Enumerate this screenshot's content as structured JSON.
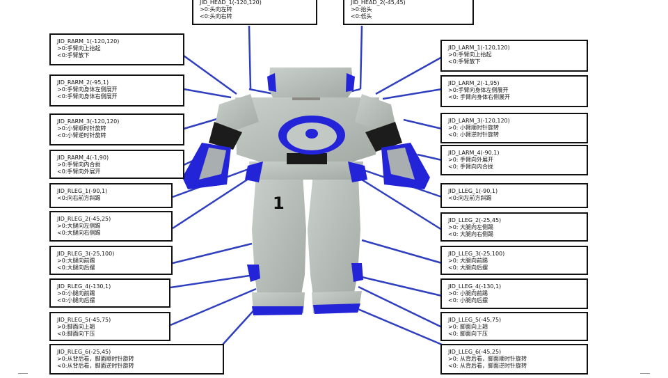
{
  "joints": {
    "head_1": {
      "title": "JID_HEAD_1(-120,120)",
      "lines": [
        ">0:头向左转",
        "<0:头向右转"
      ]
    },
    "head_2": {
      "title": "JID_HEAD_2(-45,45)",
      "lines": [
        ">0:抬头",
        "<0:低头"
      ]
    },
    "rarm_1": {
      "title": "JID_RARM_1(-120,120)",
      "lines": [
        ">0:手臂向上抬起",
        "<0:手臂放下"
      ]
    },
    "rarm_2": {
      "title": "JID_RARM_2(-95,1)",
      "lines": [
        ">0:手臂向身体左侧展开",
        "<0:手臂向身体右侧展开"
      ]
    },
    "rarm_3": {
      "title": "JID_RARM_3(-120,120)",
      "lines": [
        ">0:小臂顺时针旋转",
        "<0:小臂逆时针旋转"
      ]
    },
    "rarm_4": {
      "title": "JID_RARM_4(-1,90)",
      "lines": [
        ">0:手臂向内合拢",
        "<0:手臂向外展开"
      ]
    },
    "rleg_1": {
      "title": "JID_RLEG_1(-90,1)",
      "lines": [
        "<0:向右前方斜踢"
      ]
    },
    "rleg_2": {
      "title": "JID_RLEG_2(-45,25)",
      "lines": [
        ">0:大腿向左侧踢",
        "<0:大腿向右侧踢"
      ]
    },
    "rleg_3": {
      "title": "JID_RLEG_3(-25,100)",
      "lines": [
        ">0:大腿向前踢",
        "<0:大腿向后摆"
      ]
    },
    "rleg_4": {
      "title": "JID_RLEG_4(-130,1)",
      "lines": [
        ">0:小腿向前踢",
        "<0:小腿向后摆"
      ]
    },
    "rleg_5": {
      "title": "JID_RLEG_5(-45,75)",
      "lines": [
        ">0:脚面向上翘",
        "<0:脚面向下压"
      ]
    },
    "rleg_6": {
      "title": "JID_RLEG_6(-25,45)",
      "lines": [
        ">0:从背后看，脚面顺时针旋转",
        "<0:从背后看，脚面逆时针旋转"
      ]
    },
    "larm_1": {
      "title": "JID_LARM_1(-120,120)",
      "lines": [
        ">0:手臂向上抬起",
        "<0:手臂放下"
      ]
    },
    "larm_2": {
      "title": "JID_LARM_2(-1,95)",
      "lines": [
        ">0:手臂向身体左侧展开",
        "<0: 手臂向身体右侧展开"
      ]
    },
    "larm_3": {
      "title": "JID_LARM_3(-120,120)",
      "lines": [
        ">0: 小臂顺时针旋转",
        "<0: 小臂逆时针旋转"
      ]
    },
    "larm_4": {
      "title": "JID_LARM_4(-90,1)",
      "lines": [
        ">0: 手臂向外展开",
        "<0: 手臂向内合拢"
      ]
    },
    "lleg_1": {
      "title": "JID_LLEG_1(-90,1)",
      "lines": [
        "<0:向左前方斜踢"
      ]
    },
    "lleg_2": {
      "title": "JID_LLEG_2(-25,45)",
      "lines": [
        ">0: 大腿向左侧踢",
        "<0: 大腿向右侧踢"
      ]
    },
    "lleg_3": {
      "title": "JID_LLEG_3(-25,100)",
      "lines": [
        ">0: 大腿向前踢",
        "<0: 大腿向后摆"
      ]
    },
    "lleg_4": {
      "title": "JID_LLEG_4(-130,1)",
      "lines": [
        ">0: 小腿向前踢",
        "<0: 小腿向后摆"
      ]
    },
    "lleg_5": {
      "title": "JID_LLEG_5(-45,75)",
      "lines": [
        ">0: 脚面向上翘",
        "<0: 脚面向下压"
      ]
    },
    "lleg_6": {
      "title": "JID_LLEG_6(-45,25)",
      "lines": [
        ">0: 从背后看，脚面顺时针旋转",
        "<0: 从背后看，脚面逆时针旋转"
      ]
    }
  },
  "robot": {
    "chest_number": "1"
  },
  "colors": {
    "leader": "#2f3fbf",
    "body": "#b7bdb8",
    "accent": "#2323d8",
    "border": "#111111"
  }
}
